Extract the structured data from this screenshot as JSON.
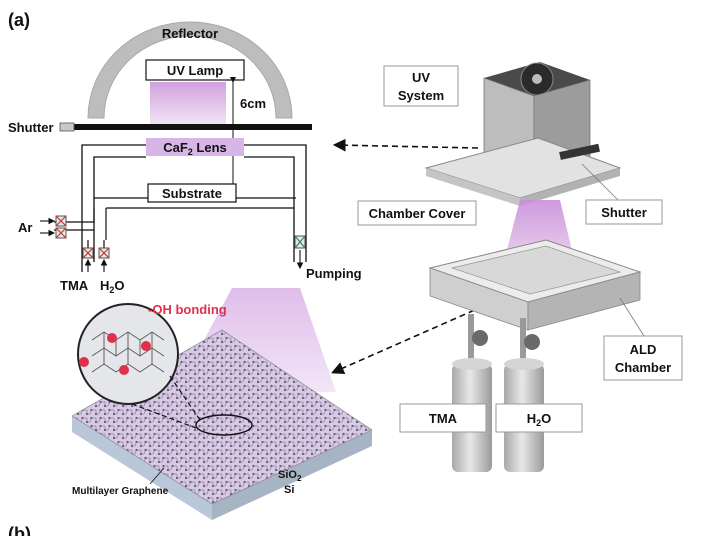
{
  "panel_labels": {
    "a": "(a)",
    "b": "(b)"
  },
  "schematic": {
    "reflector": "Reflector",
    "uv_lamp": "UV Lamp",
    "distance": "6cm",
    "shutter": "Shutter",
    "lens_prefix": "CaF",
    "lens_sub": "2",
    "lens_suffix": " Lens",
    "substrate": "Substrate",
    "ar": "Ar",
    "tma": "TMA",
    "h2o_prefix": "H",
    "h2o_sub": "2",
    "h2o_suffix": "O",
    "pumping": "Pumping"
  },
  "sample": {
    "oh_bonding": "-OH bonding",
    "graphene": "Multilayer Graphene",
    "sio2_prefix": "SiO",
    "sio2_sub": "2",
    "si": "Si"
  },
  "apparatus": {
    "uv_system_line1": "UV",
    "uv_system_line2": "System",
    "chamber_cover": "Chamber Cover",
    "shutter": "Shutter",
    "ald_line1": "ALD",
    "ald_line2": "Chamber",
    "tma": "TMA",
    "h2o_prefix": "H",
    "h2o_sub": "2",
    "h2o_suffix": "O"
  },
  "colors": {
    "uv_glow": "#c98fd8",
    "lens": "#d7b5e6",
    "reflector": "#b9b9b9",
    "oh_red": "#e0304a"
  }
}
